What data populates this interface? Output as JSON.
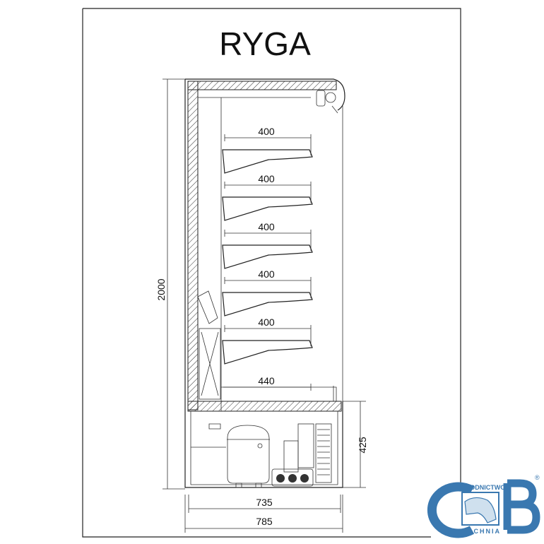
{
  "title": "RYGA",
  "shelves": [
    {
      "depth_label": "400"
    },
    {
      "depth_label": "400"
    },
    {
      "depth_label": "400"
    },
    {
      "depth_label": "400"
    },
    {
      "depth_label": "400"
    }
  ],
  "base_depth_label": "440",
  "dimensions": {
    "height": "2000",
    "unit_height": "425",
    "inner_width": "735",
    "outer_width": "785"
  },
  "logo": {
    "letters_left": "C",
    "letters_right": "B",
    "top_text": "CHŁODNICTWO",
    "bottom_text": "BOCHNIA",
    "registered": "®"
  },
  "colors": {
    "logo": "#3a78b0",
    "line": "#222222"
  }
}
